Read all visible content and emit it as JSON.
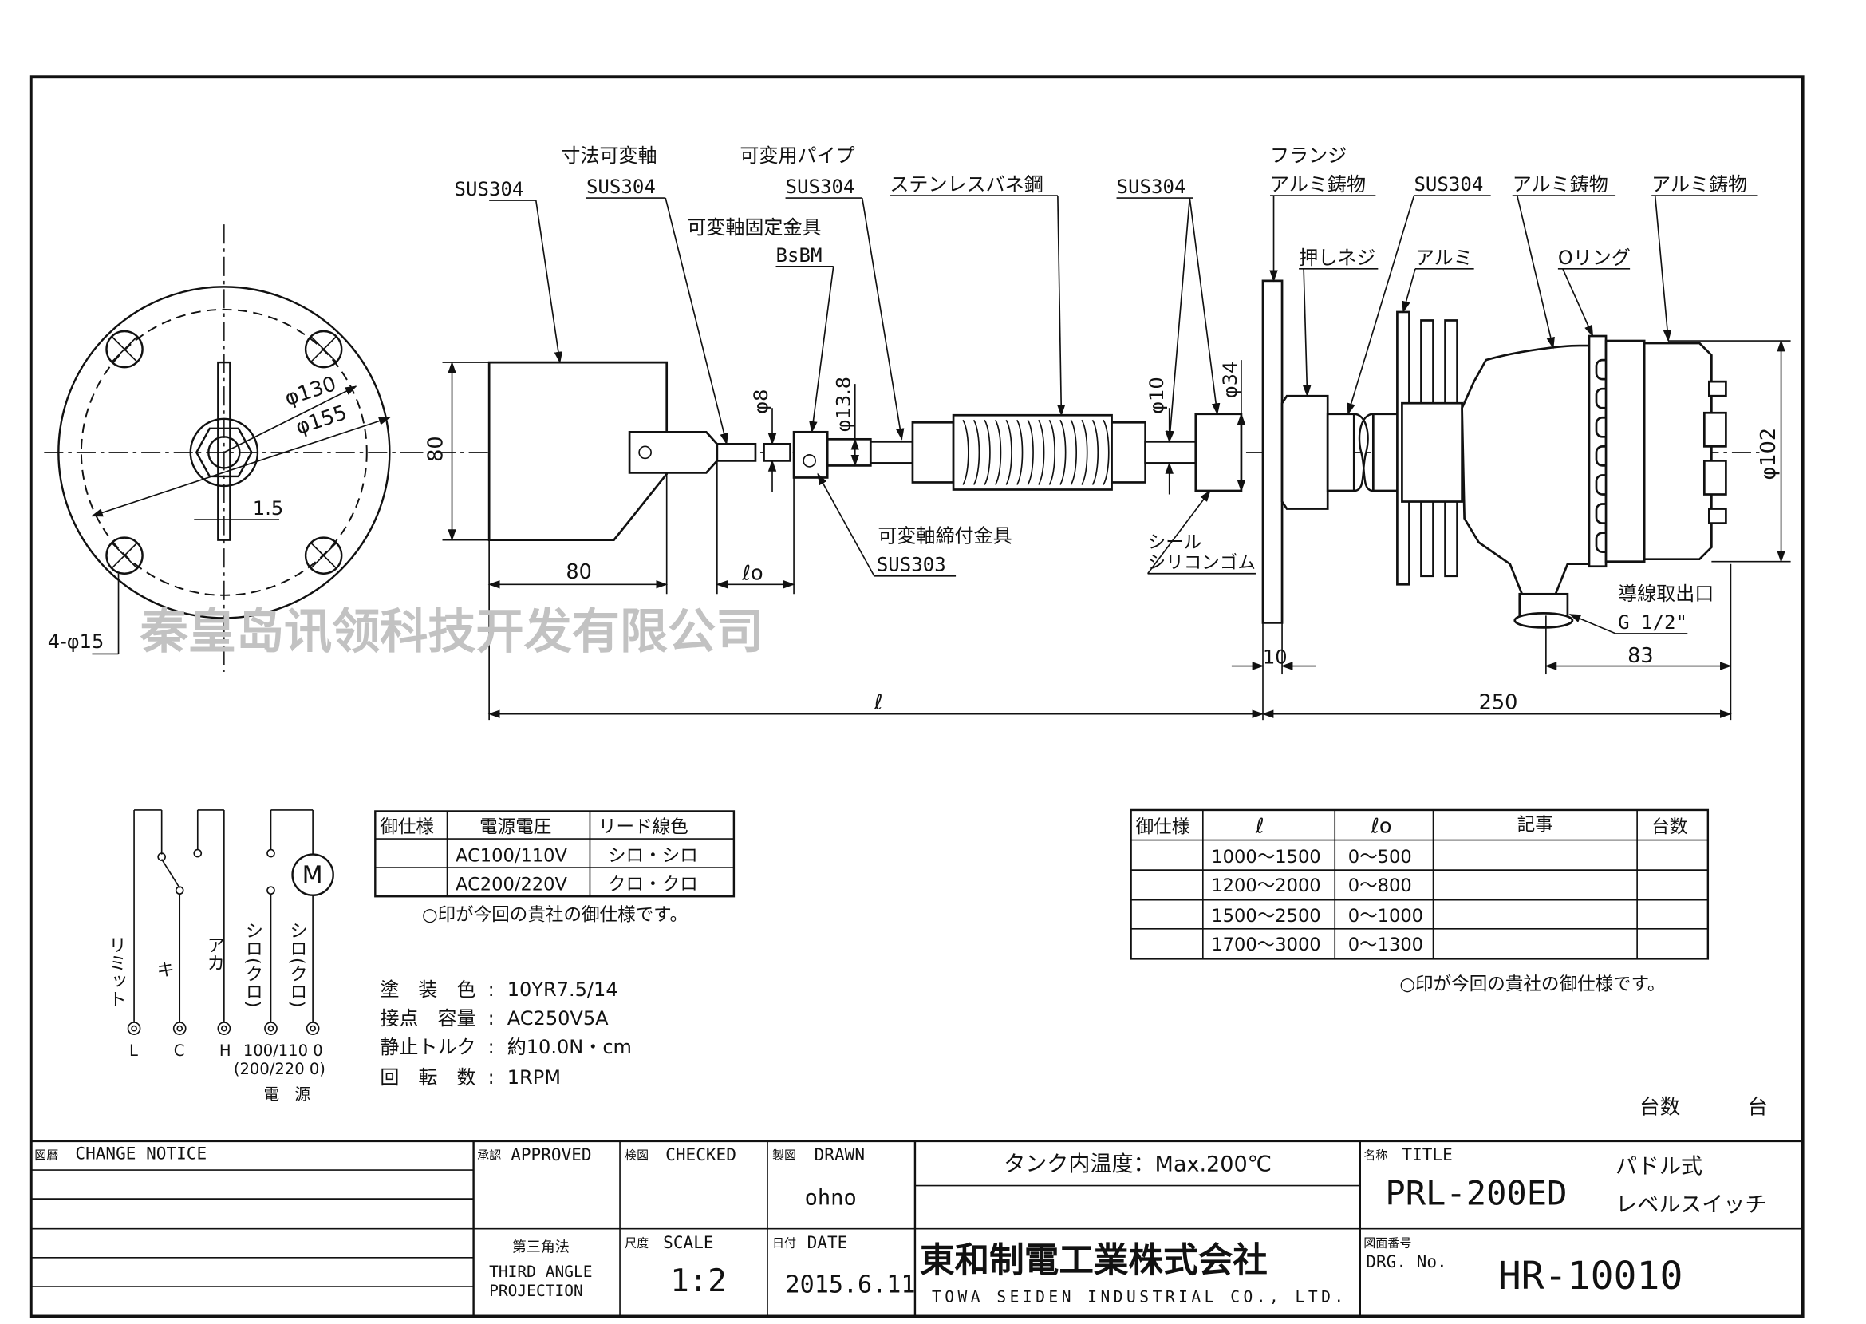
{
  "drawing": {
    "top_view": {
      "dims": [
        "φ130",
        "φ155",
        "1.5",
        "4-φ15"
      ]
    },
    "side_view": {
      "material_labels": {
        "paddle": "SUS304",
        "var_shaft_title": "寸法可変軸",
        "var_shaft": "SUS304",
        "var_pipe_title": "可変用パイプ",
        "var_pipe": "SUS304",
        "spring": "ステンレスバネ鋼",
        "fixing_title": "可変軸固定金具",
        "fixing": "BsBM",
        "shaft": "SUS304",
        "flange_title": "フランジ",
        "flange": "アルミ鋳物",
        "push_screw": "押しネジ",
        "stem": "SUS304",
        "fin": "アルミ",
        "oring": "Oリング",
        "housing": "アルミ鋳物",
        "cover": "アルミ鋳物",
        "clamp_title": "可変軸締付金具",
        "clamp": "SUS303",
        "seal_title": "シール",
        "seal": "シリコンゴム",
        "outlet_title": "導線取出口",
        "outlet": "G 1/2\""
      },
      "dims": {
        "paddle_h": "80",
        "paddle_w": "80",
        "l0": "ℓo",
        "phi8": "φ8",
        "phi13_8": "φ13.8",
        "phi10": "φ10",
        "phi34": "φ34",
        "phi102": "φ102",
        "d10": "10",
        "d83": "83",
        "l": "ℓ",
        "d250": "250"
      }
    }
  },
  "watermark": "秦皇岛讯领科技开发有限公司",
  "wiring": {
    "labels": [
      "リミット",
      "キ",
      "アカ",
      "シロ(クロ)",
      "シロ(クロ)"
    ],
    "motor": "M",
    "terminals": [
      "L",
      "C",
      "H",
      "100/110 0",
      "(200/220 0)",
      "電　源"
    ]
  },
  "voltage_table": {
    "headers": [
      "御仕様",
      "電源電圧",
      "リード線色"
    ],
    "rows": [
      [
        "",
        "AC100/110V",
        "シロ・シロ"
      ],
      [
        "",
        "AC200/220V",
        "クロ・クロ"
      ]
    ],
    "note": "○印が今回の貴社の御仕様です。"
  },
  "specs": [
    {
      "k": "塗　装　色",
      "v": "10YR7.5/14"
    },
    {
      "k": "接点　容量",
      "v": "AC250V5A"
    },
    {
      "k": "静止トルク",
      "v": "約10.0N・cm"
    },
    {
      "k": "回　転　数",
      "v": "1RPM"
    }
  ],
  "length_table": {
    "headers": [
      "御仕様",
      "ℓ",
      "ℓo",
      "記事",
      "台数"
    ],
    "rows": [
      [
        "",
        "1000～1500",
        "0～500",
        "",
        ""
      ],
      [
        "",
        "1200～2000",
        "0～800",
        "",
        ""
      ],
      [
        "",
        "1500～2500",
        "0～1000",
        "",
        ""
      ],
      [
        "",
        "1700～3000",
        "0～1300",
        "",
        ""
      ]
    ],
    "note": "○印が今回の貴社の御仕様です。"
  },
  "quantity": {
    "label": "台数",
    "unit": "台"
  },
  "title_block": {
    "change_notice": {
      "jp": "図暦",
      "en": "CHANGE NOTICE"
    },
    "approved": {
      "jp": "承認",
      "en": "APPROVED"
    },
    "checked": {
      "jp": "検図",
      "en": "CHECKED"
    },
    "drawn": {
      "jp": "製図",
      "en": "DRAWN",
      "value": "ohno"
    },
    "temperature": "タンク内温度：Max.200℃",
    "title": {
      "jp": "名称",
      "en": "TITLE",
      "model": "PRL-200ED",
      "name1": "パドル式",
      "name2": "レベルスイッチ"
    },
    "projection": {
      "jp": "第三角法",
      "en1": "THIRD ANGLE",
      "en2": "PROJECTION"
    },
    "scale": {
      "jp": "尺度",
      "en": "SCALE",
      "value": "1:2"
    },
    "date": {
      "jp": "日付",
      "en": "DATE",
      "value": "2015.6.11"
    },
    "company": {
      "jp": "東和制電工業株式会社",
      "en": "TOWA SEIDEN INDUSTRIAL CO., LTD."
    },
    "drawing_no": {
      "jp": "図面番号",
      "en": "DRG. No.",
      "value": "HR-10010"
    }
  }
}
